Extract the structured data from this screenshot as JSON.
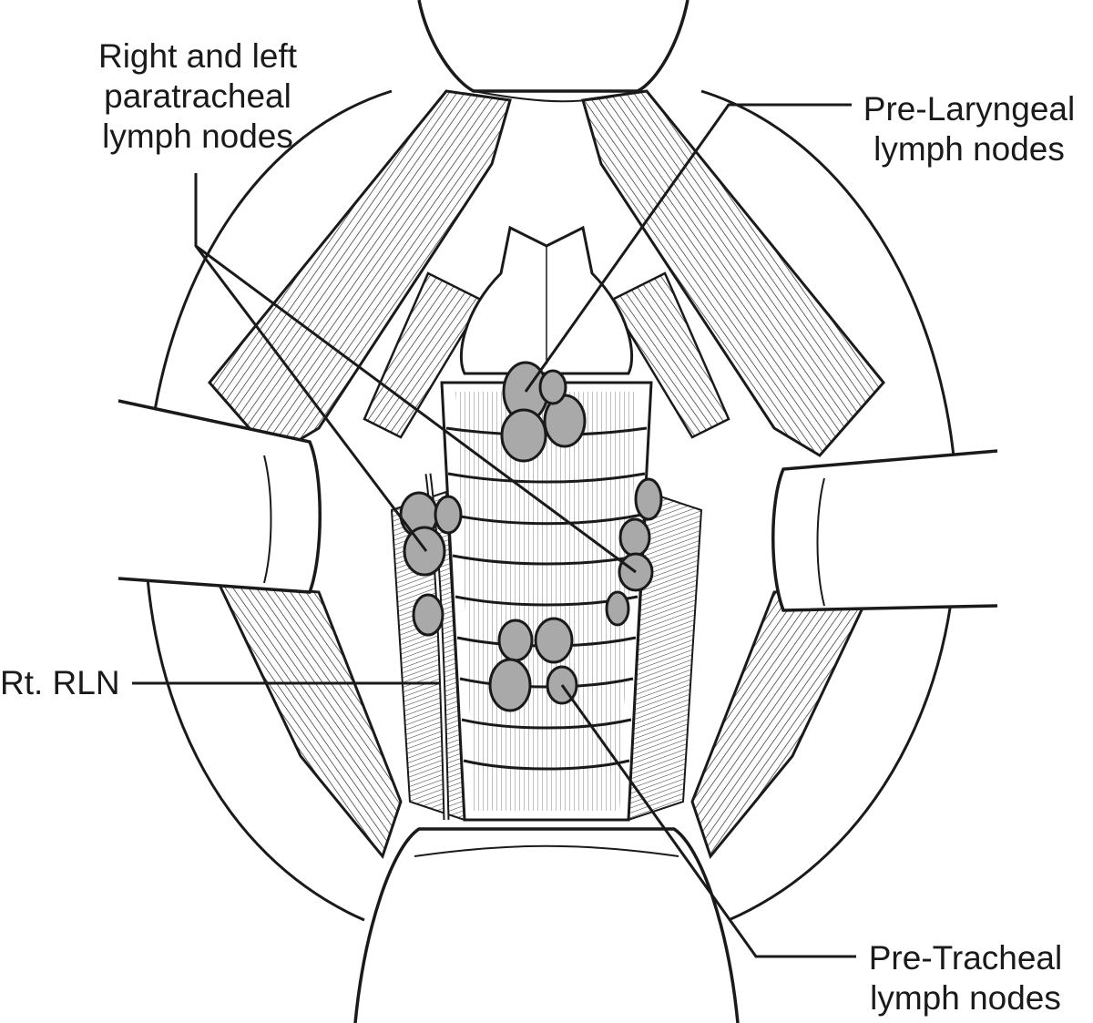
{
  "labels": {
    "paratracheal": {
      "line1": "Right and left",
      "line2": "paratracheal",
      "line3": "lymph nodes"
    },
    "prelaryngeal": {
      "line1": "Pre-Laryngeal",
      "line2": "lymph nodes"
    },
    "rt_rln": {
      "line1": "Rt. RLN"
    },
    "pretracheal": {
      "line1": "Pre-Tracheal",
      "line2": "lymph nodes"
    }
  },
  "colors": {
    "ink": "#1a1a1a",
    "lymph_node_fill": "#a9a9a9",
    "background": "#ffffff"
  }
}
